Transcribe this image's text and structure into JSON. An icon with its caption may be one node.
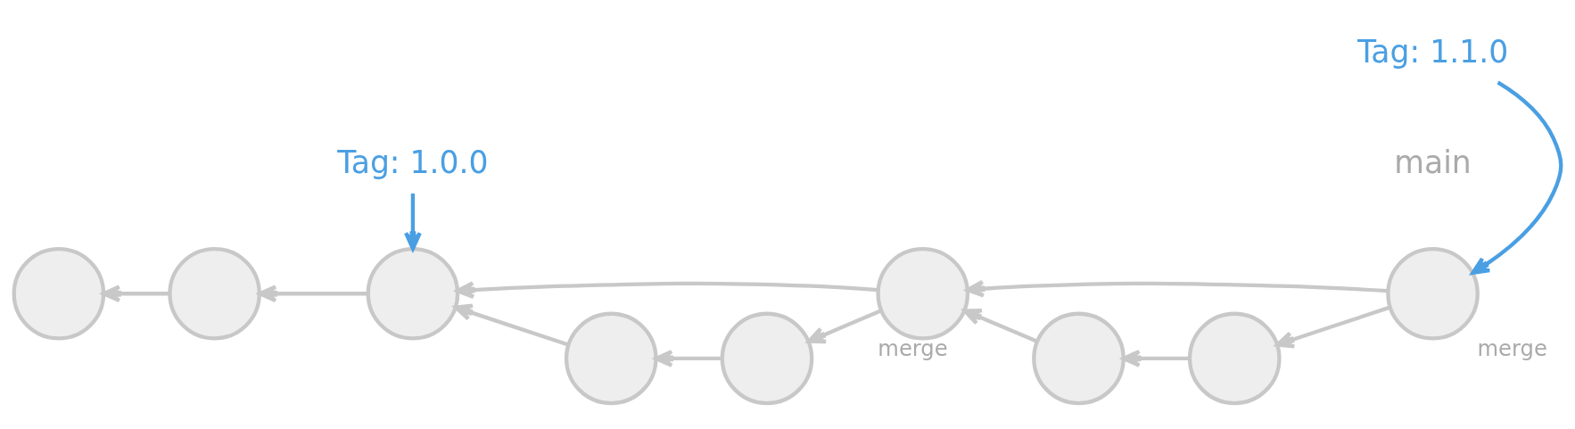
{
  "diagram": {
    "nodes": [
      {
        "text": [],
        "shape": "circle"
      },
      {
        "text": [],
        "shape": "circle"
      },
      {
        "text": [],
        "shape": "circle"
      },
      {
        "text": [],
        "shape": "circle"
      },
      {
        "text": [],
        "shape": "circle"
      },
      {
        "text": [],
        "shape": "circle",
        "beside": [
          "merge"
        ]
      },
      {
        "text": [],
        "shape": "circle"
      },
      {
        "text": [],
        "shape": "circle"
      },
      {
        "text": [],
        "shape": "circle",
        "beside": [
          "merge"
        ]
      },
      {
        "text": [
          "Tag: 1.0.0"
        ]
      },
      {
        "text": [
          "Tag: 1.1.0"
        ]
      }
    ],
    "edges": [
      {
        "from": 8,
        "to": 5,
        "arrow": "to"
      },
      {
        "from": 8,
        "to": 7,
        "arrow": "to"
      },
      {
        "from": 7,
        "to": 6,
        "arrow": "to"
      },
      {
        "from": 6,
        "to": 5,
        "arrow": "to"
      },
      {
        "from": 5,
        "to": 2,
        "arrow": "to"
      },
      {
        "from": 5,
        "to": 4,
        "arrow": "to"
      },
      {
        "from": 4,
        "to": 3,
        "arrow": "to"
      },
      {
        "from": 3,
        "to": 2,
        "arrow": "to"
      },
      {
        "from": 2,
        "to": 1,
        "arrow": "to"
      },
      {
        "from": 1,
        "to": 0,
        "arrow": "to"
      },
      {
        "from": 9,
        "to": 2,
        "arrow": "to",
        "color": "#4a9fe3"
      },
      {
        "from": 10,
        "to": 8,
        "arrow": "to",
        "color": "#4a9fe3"
      }
    ],
    "labels": [
      "main"
    ]
  }
}
